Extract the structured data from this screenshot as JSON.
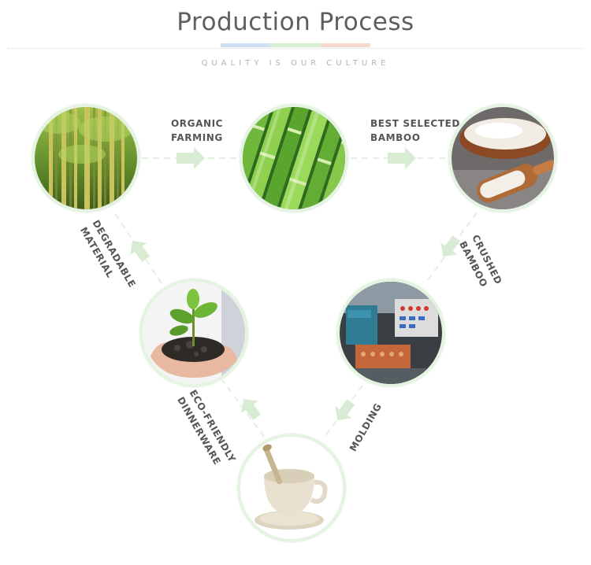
{
  "header": {
    "title": "Production Process",
    "subtitle": "QUALITY IS OUR CULTURE",
    "bar_colors": [
      "#cfe0f5",
      "#d9efd4",
      "#f9d8cf"
    ]
  },
  "steps": [
    {
      "id": "bamboo-forest",
      "icon": "bamboo-forest-photo"
    },
    {
      "id": "bamboo-stalks",
      "icon": "bamboo-stalks-photo"
    },
    {
      "id": "bamboo-powder",
      "icon": "bamboo-powder-photo"
    },
    {
      "id": "molding-machine",
      "icon": "molding-machine-photo"
    },
    {
      "id": "dinnerware",
      "icon": "bamboo-dinnerware-photo"
    },
    {
      "id": "seedling",
      "icon": "seedling-in-hands-photo"
    }
  ],
  "labels": {
    "organic_farming": [
      "ORGANIC",
      "FARMING"
    ],
    "best_selected_bamboo": [
      "BEST SELECTED",
      "BAMBOO"
    ],
    "crushed_bamboo": [
      "CRUSHED",
      "BAMBOO"
    ],
    "molding": [
      "MOLDING"
    ],
    "eco_friendly_dinnerware": [
      "ECO-FRIENDLY",
      "DINNERWARE"
    ],
    "degradable_material": [
      "DEGRADABLE",
      "MATERIAL"
    ]
  },
  "colors": {
    "ring": "#e5f3e3",
    "connector": "#e2f0df",
    "arrow": "#d8ecd4",
    "label": "#555555"
  }
}
